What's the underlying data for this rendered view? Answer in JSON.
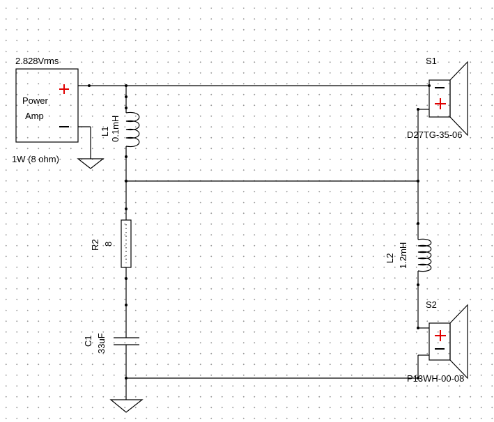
{
  "source": {
    "voltage": "2.828Vrms",
    "line1": "Power",
    "line2": "Amp",
    "power": "1W (8 ohm)"
  },
  "L1": {
    "name": "L1",
    "value": "0.1mH"
  },
  "R2": {
    "name": "R2",
    "value": "8"
  },
  "C1": {
    "name": "C1",
    "value": "33uF"
  },
  "L2": {
    "name": "L2",
    "value": "1.2mH"
  },
  "S1": {
    "name": "S1",
    "model": "D27TG-35-06"
  },
  "S2": {
    "name": "S2",
    "model": "P13WH-00-08"
  },
  "colors": {
    "plus": "#e00000",
    "wire": "#000000",
    "grid": "#9a9a9a"
  },
  "symbols": {
    "plus": "+",
    "minus": "−"
  }
}
